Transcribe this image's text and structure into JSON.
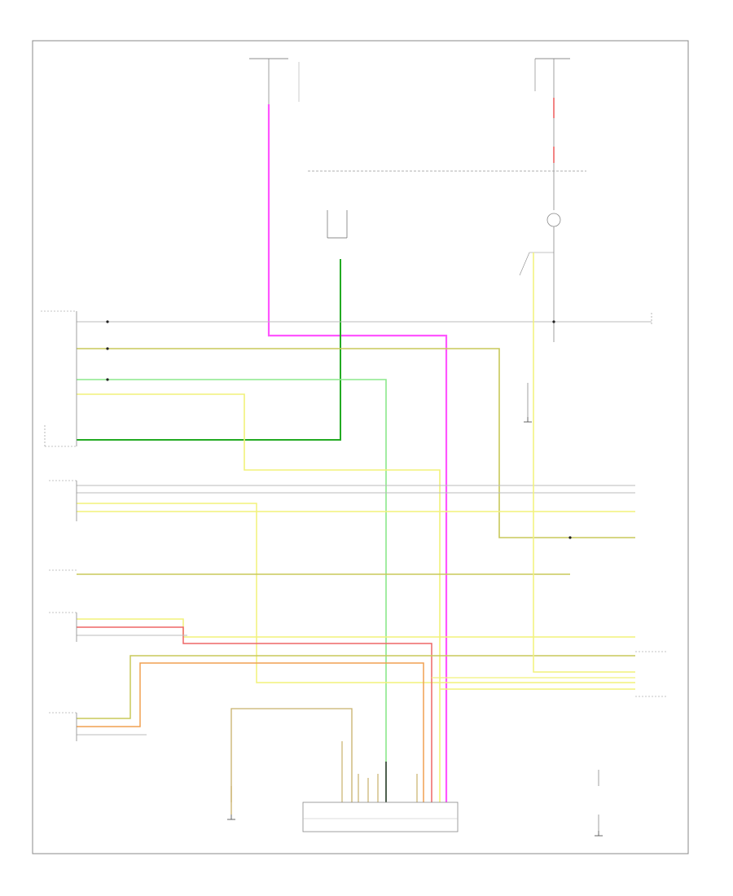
{
  "diagram": {
    "footer_code": "",
    "top_labels": [
      {
        "id": "fuse_left",
        "text": ""
      },
      {
        "id": "fuse_right",
        "text": ""
      },
      {
        "id": "junction_note",
        "text": ""
      },
      {
        "id": "ground_left",
        "text": ""
      },
      {
        "id": "ground_right",
        "text": ""
      }
    ],
    "components": [
      {
        "id": "ecm",
        "name": ""
      },
      {
        "id": "meter",
        "name": ""
      },
      {
        "id": "cruise_switch",
        "name": ""
      },
      {
        "id": "actuator",
        "name": ""
      },
      {
        "id": "main_switch",
        "name": ""
      },
      {
        "id": "dlc",
        "name": ""
      }
    ],
    "wire_colors": {
      "pink": "#ff55ff",
      "green": "#22aa22",
      "light_green": "#8be88b",
      "yellow": "#f2f27a",
      "yellow_green": "#c8c85a",
      "orange": "#f0a050",
      "red": "#ee6666",
      "gray": "#bbbbbb",
      "black": "#222222"
    }
  }
}
